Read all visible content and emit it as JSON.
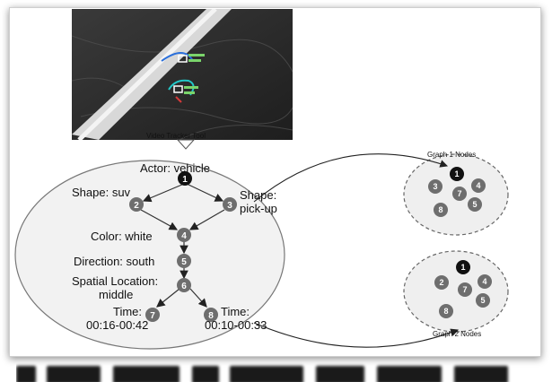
{
  "tool_caption": "Video Tracker Tool",
  "actor_label": "Actor: vehicle",
  "labels": {
    "shape_suv": "Shape: suv",
    "shape_pickup_1": "Shape:",
    "shape_pickup_2": "pick-up",
    "color": "Color: white",
    "direction": "Direction: south",
    "spatial_1": "Spatial Location:",
    "spatial_2": "middle",
    "time7_1": "Time:",
    "time7_2": "00:16-00:42",
    "time8_1": "Time:",
    "time8_2": "00:10-00:33"
  },
  "node_numbers": [
    "1",
    "2",
    "3",
    "4",
    "5",
    "6",
    "7",
    "8"
  ],
  "graph1": {
    "title": "Graph 1 Nodes",
    "nodes": [
      "1",
      "3",
      "7",
      "4",
      "8",
      "5"
    ]
  },
  "graph2": {
    "title": "Graph 2 Nodes",
    "nodes": [
      "1",
      "2",
      "7",
      "4",
      "5",
      "8"
    ]
  },
  "colors": {
    "root_node": "#111111",
    "node": "#6e6e6e",
    "node_text": "#ffffff",
    "ellipse_fill": "#f2f2f2",
    "ellipse_stroke": "#777777"
  }
}
